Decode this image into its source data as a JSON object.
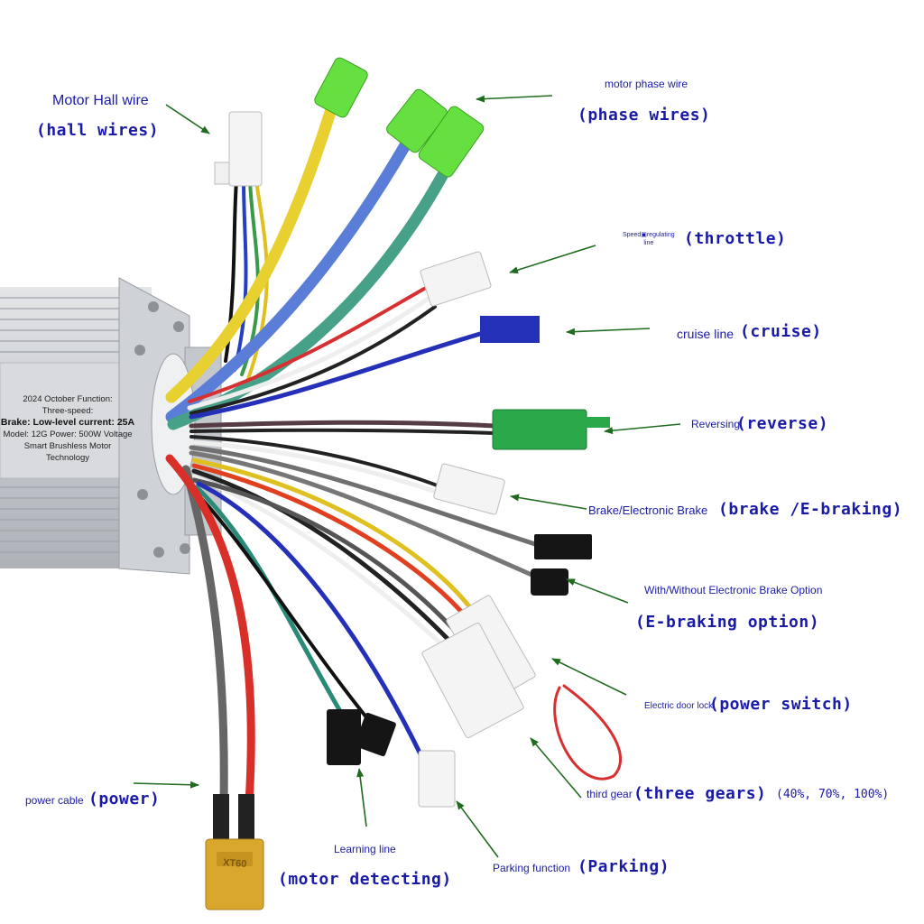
{
  "colors": {
    "label_blue": "#1a1aa8",
    "arrow_green": "#1f6b1f",
    "controller_silver": "#c9ccd0",
    "connector_green": "#2aa84a",
    "cruise_blue": "#2430b8",
    "xt60_yellow": "#d9a62e"
  },
  "controller_plate": {
    "line1": "2024 October Function:",
    "line2": "Three-speed:",
    "line3": "Brake: Low-level current: 25A",
    "line4": "Model: 12G Power: 500W Voltage",
    "line5": "Smart Brushless Motor",
    "line6": "Technology"
  },
  "labels": {
    "hall": {
      "en": "Motor Hall wire",
      "tag": "(hall wires)"
    },
    "phase": {
      "en": "motor phase wire",
      "tag": "(phase wires)"
    },
    "throttle": {
      "en": "Speed▣regulating line",
      "en_line1": "Speed▣regulating",
      "en_line2": "line",
      "tag": "(throttle)"
    },
    "cruise": {
      "en": "cruise line",
      "tag": "(cruise)"
    },
    "reverse": {
      "en": "Reversing",
      "tag": "(reverse)"
    },
    "brake": {
      "en": "Brake/Electronic Brake",
      "tag": "(brake /E-braking)"
    },
    "ebrake_option": {
      "en": "With/Without Electronic Brake Option",
      "tag": "(E-braking option)"
    },
    "power_switch": {
      "en": "Electric door lock",
      "tag": "(power switch)"
    },
    "gears": {
      "en": "third gear",
      "tag": "(three gears)",
      "note": "(40%, 70%, 100%)"
    },
    "parking": {
      "en": "Parking function",
      "tag": "(Parking)"
    },
    "learning": {
      "en": "Learning line",
      "tag": "(motor detecting)"
    },
    "power": {
      "en": "power cable",
      "tag": "(power)"
    },
    "xt60": "XT60"
  }
}
